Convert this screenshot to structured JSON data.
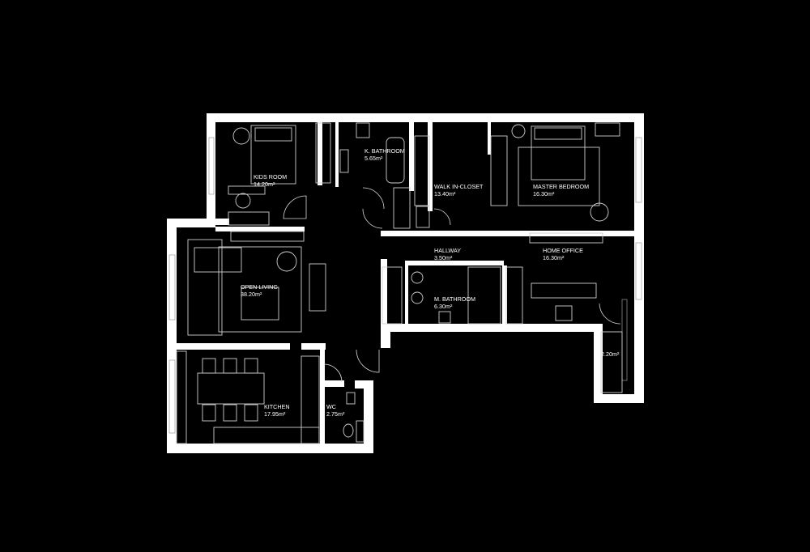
{
  "rooms": [
    {
      "name": "KIDS ROOM",
      "area": "14.20m²"
    },
    {
      "name": "K. BATHROOM",
      "area": "5.65m²"
    },
    {
      "name": "WALK IN-CLOSET",
      "area": "13.40m²"
    },
    {
      "name": "MASTER BEDROOM",
      "area": "16.30m²"
    },
    {
      "name": "HALLWAY",
      "area": "3.50m²"
    },
    {
      "name": "HOME OFFICE",
      "area": "16.30m²"
    },
    {
      "name": "OPEN LIVING",
      "area": "38.20m²"
    },
    {
      "name": "M. BATHROOM",
      "area": "6.30m²"
    },
    {
      "name": "KITCHEN",
      "area": "17.95m²"
    },
    {
      "name": "WC",
      "area": "2.75m²"
    },
    {
      "name": "",
      "area": "2.20m²"
    }
  ],
  "colors": {
    "background": "#000000",
    "walls": "#ffffff",
    "fixtures": "#cfcfcf"
  }
}
